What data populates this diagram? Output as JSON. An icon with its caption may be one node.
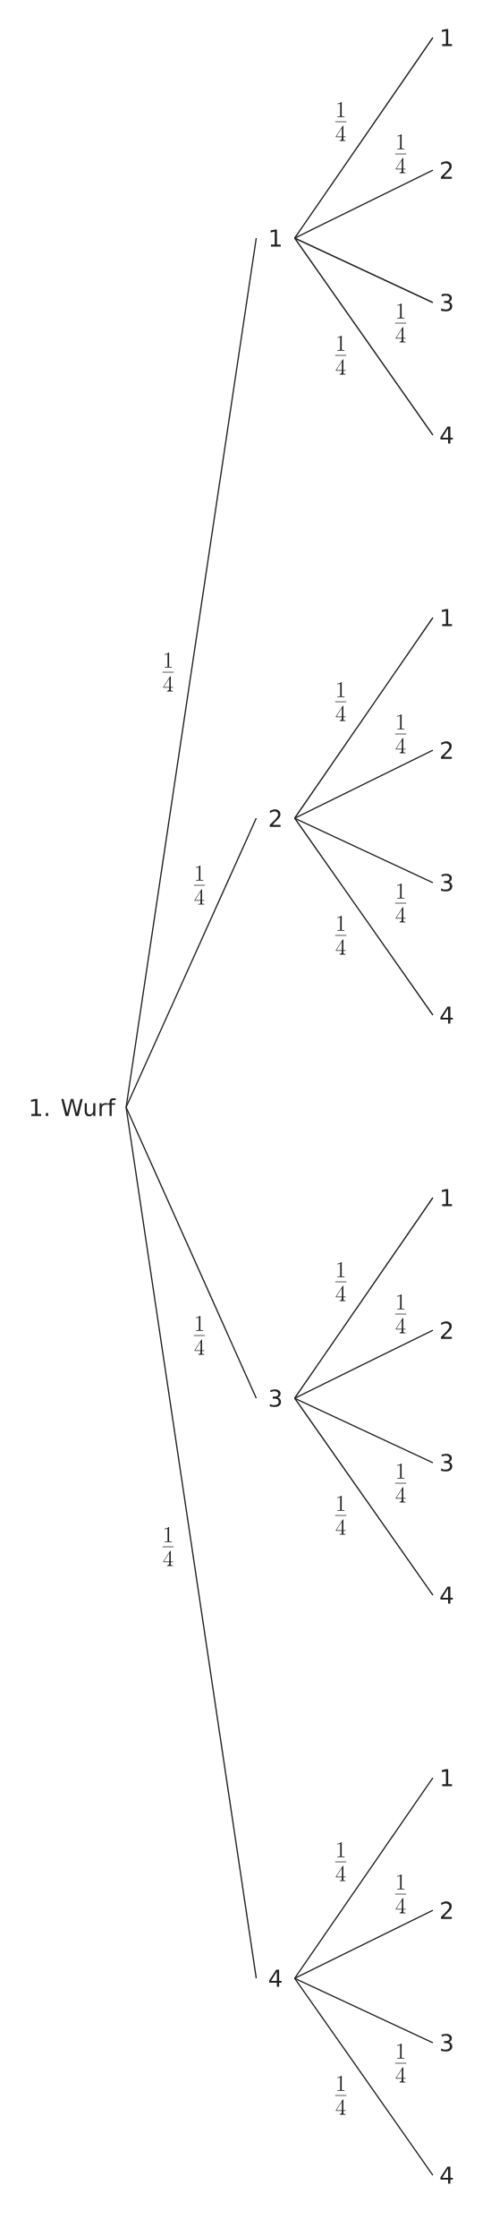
{
  "diagram": {
    "nodes": [
      {
        "text": [
          "1. Wurf"
        ]
      },
      {
        "text": [
          "1"
        ]
      },
      {
        "text": [
          "1"
        ]
      },
      {
        "text": [
          "2"
        ]
      },
      {
        "text": [
          "3"
        ]
      },
      {
        "text": [
          "4"
        ]
      },
      {
        "text": [
          "2"
        ]
      },
      {
        "text": [
          "1"
        ]
      },
      {
        "text": [
          "2"
        ]
      },
      {
        "text": [
          "3"
        ]
      },
      {
        "text": [
          "4"
        ]
      },
      {
        "text": [
          "3"
        ]
      },
      {
        "text": [
          "1"
        ]
      },
      {
        "text": [
          "2"
        ]
      },
      {
        "text": [
          "3"
        ]
      },
      {
        "text": [
          "4"
        ]
      },
      {
        "text": [
          "4"
        ]
      },
      {
        "text": [
          "1"
        ]
      },
      {
        "text": [
          "2"
        ]
      },
      {
        "text": [
          "3"
        ]
      },
      {
        "text": [
          "4"
        ]
      }
    ],
    "edges": [
      {
        "from": 0,
        "to": 1,
        "arrow": "none",
        "label": "\\frac{1}{4}"
      },
      {
        "from": 0,
        "to": 6,
        "arrow": "none",
        "label": "\\frac{1}{4}"
      },
      {
        "from": 0,
        "to": 11,
        "arrow": "none",
        "label": "\\frac{1}{4}"
      },
      {
        "from": 0,
        "to": 16,
        "arrow": "none",
        "label": "\\frac{1}{4}"
      },
      {
        "from": 1,
        "to": 2,
        "arrow": "none",
        "label": "\\frac{1}{4}"
      },
      {
        "from": 1,
        "to": 3,
        "arrow": "none",
        "label": "\\frac{1}{4}"
      },
      {
        "from": 1,
        "to": 4,
        "arrow": "none",
        "label": "\\frac{1}{4}"
      },
      {
        "from": 1,
        "to": 5,
        "arrow": "none",
        "label": "\\frac{1}{4}"
      },
      {
        "from": 6,
        "to": 7,
        "arrow": "none",
        "label": "\\frac{1}{4}"
      },
      {
        "from": 6,
        "to": 8,
        "arrow": "none",
        "label": "\\frac{1}{4}"
      },
      {
        "from": 6,
        "to": 9,
        "arrow": "none",
        "label": "\\frac{1}{4}"
      },
      {
        "from": 6,
        "to": 10,
        "arrow": "none",
        "label": "\\frac{1}{4}"
      },
      {
        "from": 11,
        "to": 12,
        "arrow": "none",
        "label": "\\frac{1}{4}"
      },
      {
        "from": 11,
        "to": 13,
        "arrow": "none",
        "label": "\\frac{1}{4}"
      },
      {
        "from": 11,
        "to": 14,
        "arrow": "none",
        "label": "\\frac{1}{4}"
      },
      {
        "from": 11,
        "to": 15,
        "arrow": "none",
        "label": "\\frac{1}{4}"
      },
      {
        "from": 16,
        "to": 17,
        "arrow": "none",
        "label": "\\frac{1}{4}"
      },
      {
        "from": 16,
        "to": 18,
        "arrow": "none",
        "label": "\\frac{1}{4}"
      },
      {
        "from": 16,
        "to": 19,
        "arrow": "none",
        "label": "\\frac{1}{4}"
      },
      {
        "from": 16,
        "to": 20,
        "arrow": "none",
        "label": "\\frac{1}{4}"
      }
    ]
  }
}
